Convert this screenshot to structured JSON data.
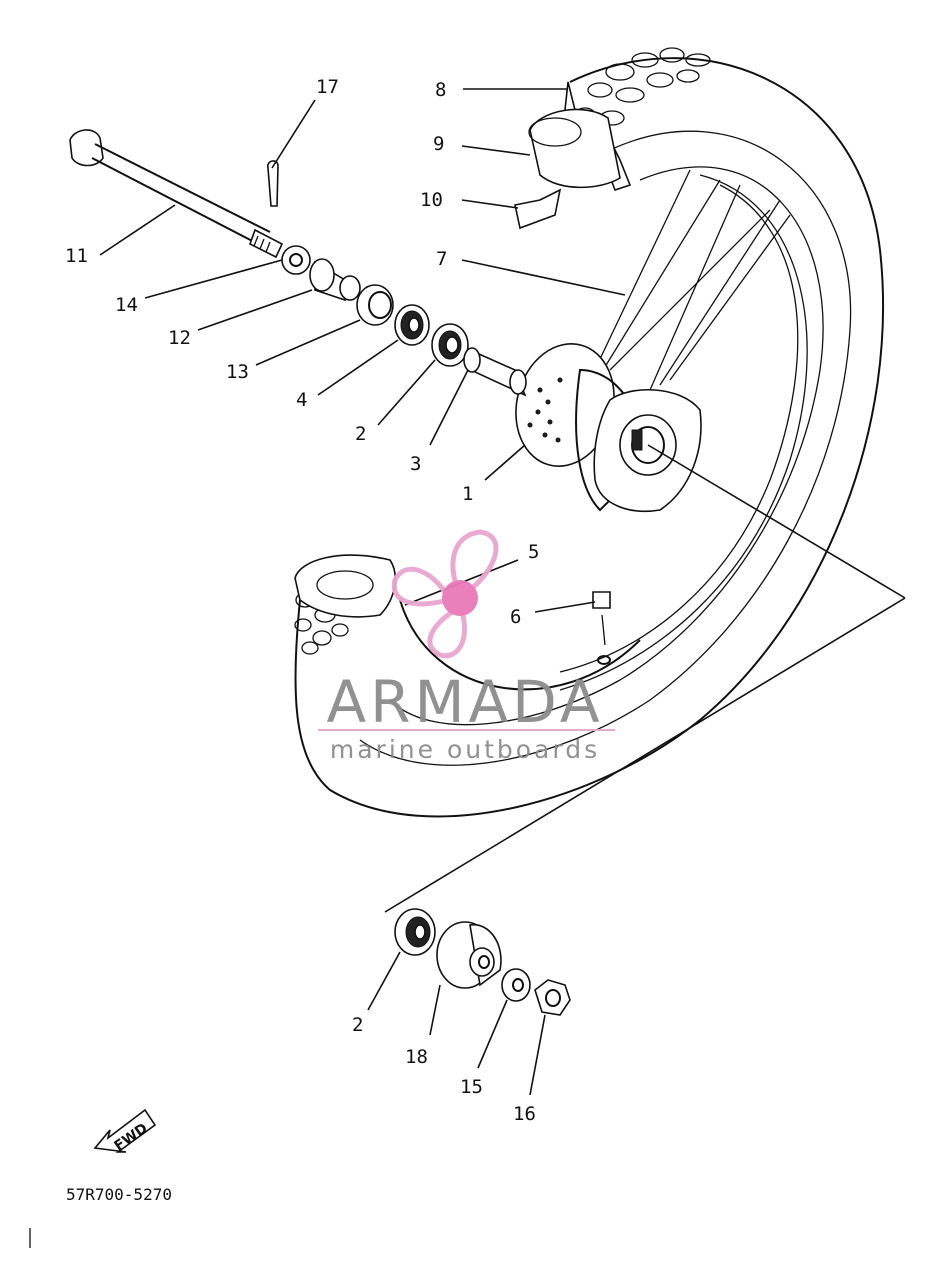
{
  "diagram": {
    "part_labels": {
      "p1": "1",
      "p2": "2",
      "p2b": "2",
      "p3": "3",
      "p4": "4",
      "p5": "5",
      "p6": "6",
      "p7": "7",
      "p8": "8",
      "p9": "9",
      "p10": "10",
      "p11": "11",
      "p12": "12",
      "p13": "13",
      "p14": "14",
      "p15": "15",
      "p16": "16",
      "p17": "17",
      "p18": "18"
    },
    "diagram_code": "57R700-5270",
    "fwd_label": "FWD"
  },
  "watermark": {
    "brand": "ARMADA",
    "tagline": "marine outboards",
    "colors": {
      "logo": "#e8a6cf",
      "logo_center": "#e879b8",
      "text": "#8c8c8c"
    }
  }
}
